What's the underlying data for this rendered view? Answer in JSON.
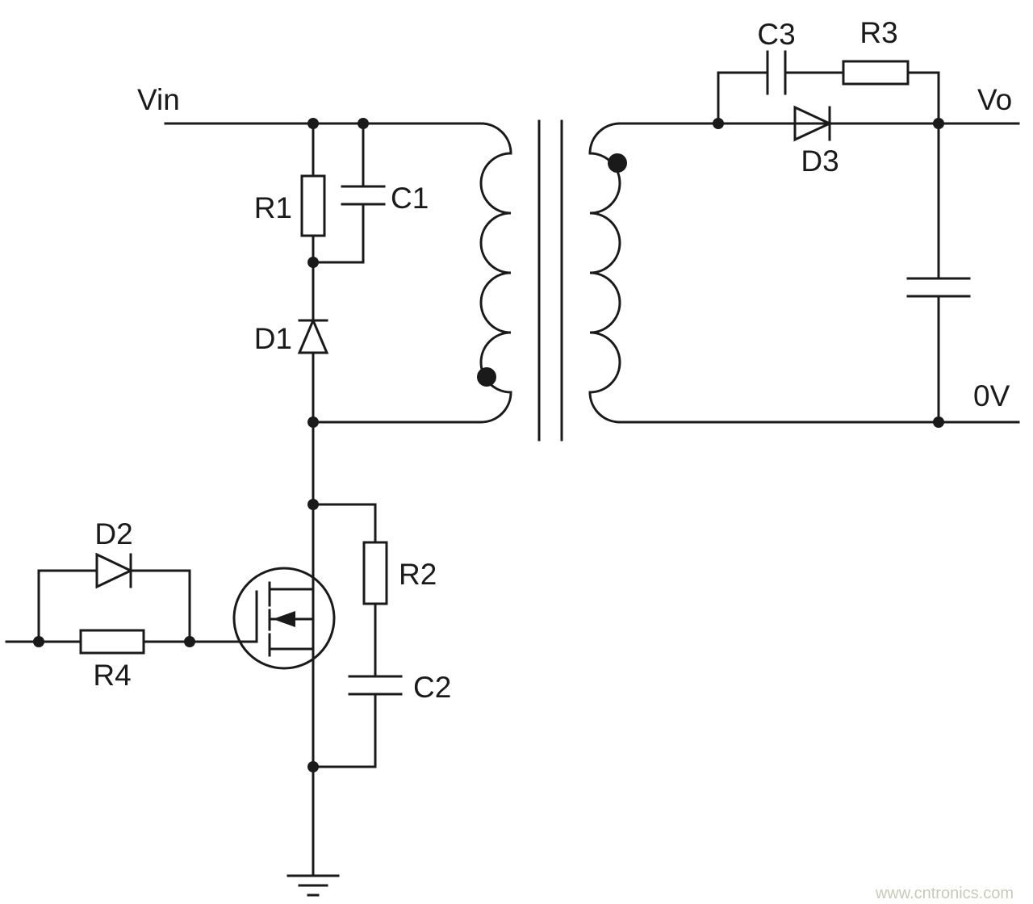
{
  "diagram": {
    "kind": "circuit-schematic"
  },
  "nets": {
    "vin": "Vin",
    "vo": "Vo",
    "zero_v": "0V"
  },
  "components": {
    "r1": "R1",
    "r2": "R2",
    "r3": "R3",
    "r4": "R4",
    "c1": "C1",
    "c2": "C2",
    "c3": "C3",
    "d1": "D1",
    "d2": "D2",
    "d3": "D3"
  },
  "watermark": "www.cntronics.com",
  "colors": {
    "background": "#ffffff",
    "line": "#1a1a1a",
    "watermark_text": "#c9c9b8"
  }
}
